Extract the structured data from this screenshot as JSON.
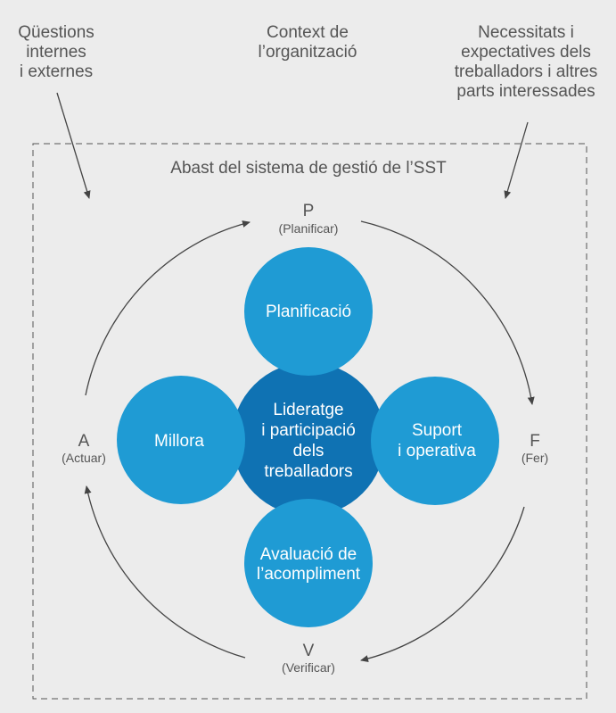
{
  "top_labels": {
    "left": [
      "Qüestions",
      "internes",
      "i externes"
    ],
    "center": [
      "Context de",
      "l’organització"
    ],
    "right": [
      "Necessitats i",
      "expectatives dels",
      "treballadors i altres",
      "parts interessades"
    ]
  },
  "scope_title": "Abast del sistema de gestió de l’SST",
  "cycle": {
    "p": {
      "letter": "P",
      "label": "(Planificar)"
    },
    "f": {
      "letter": "F",
      "label": "(Fer)"
    },
    "v": {
      "letter": "V",
      "label": "(Verificar)"
    },
    "a": {
      "letter": "A",
      "label": "(Actuar)"
    }
  },
  "circles": {
    "center": [
      "Lideratge",
      "i participació",
      "dels",
      "treballadors"
    ],
    "top": [
      "Planificació"
    ],
    "right": [
      "Suport",
      "i operativa"
    ],
    "bottom": [
      "Avaluació de",
      "l’acompliment"
    ],
    "left": [
      "Millora"
    ]
  },
  "colors": {
    "outer_circle": "#1f9bd4",
    "center_circle": "#0f72b3",
    "background": "#ececec"
  }
}
